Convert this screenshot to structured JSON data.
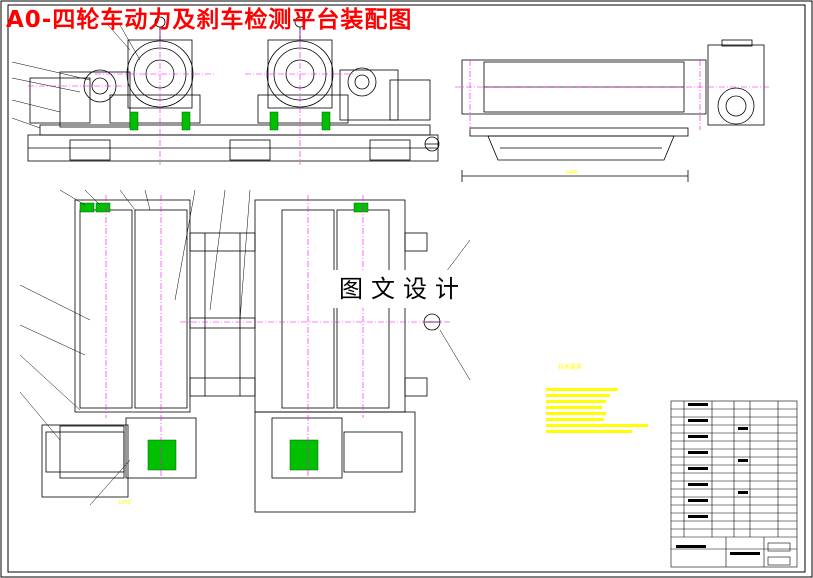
{
  "drawing": {
    "title": "A0-四轮车动力及刹车检测平台装配图",
    "watermark": "图文设计",
    "tech_notes_heading": "技术要求",
    "dimension_side_view": "2400",
    "dimension_bottom_left": "1850"
  },
  "colors": {
    "background": "#ffffff",
    "frame": "#000000",
    "title": "#ff0000",
    "centerline": "#ff00ff",
    "leader": "#000000",
    "bearing_fill": "#00c000",
    "notes_text": "#ffff00",
    "dimension_text": "#ffff00"
  }
}
